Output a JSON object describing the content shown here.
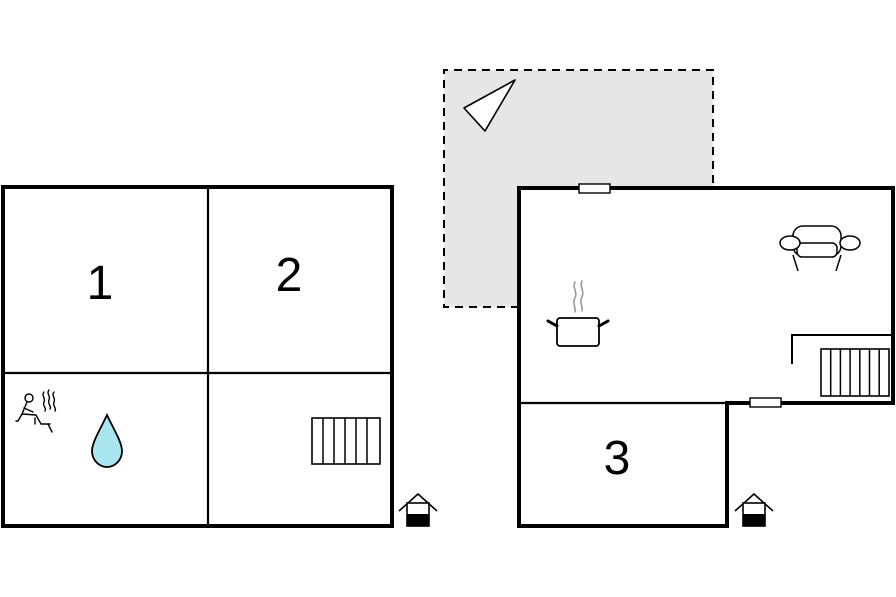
{
  "floorplan": {
    "rooms": [
      {
        "label": "1"
      },
      {
        "label": "2"
      },
      {
        "label": "3"
      }
    ],
    "icons": [
      "sauna-icon",
      "water-drop-icon",
      "radiator-icon",
      "entrance-icon",
      "compass-icon",
      "stove-pot-icon",
      "sofa-icon",
      "stairs-icon",
      "window-icon"
    ],
    "colors": {
      "walls": "#000000",
      "terrace": "#e6e6e6",
      "water": "#a9e6ef"
    }
  }
}
